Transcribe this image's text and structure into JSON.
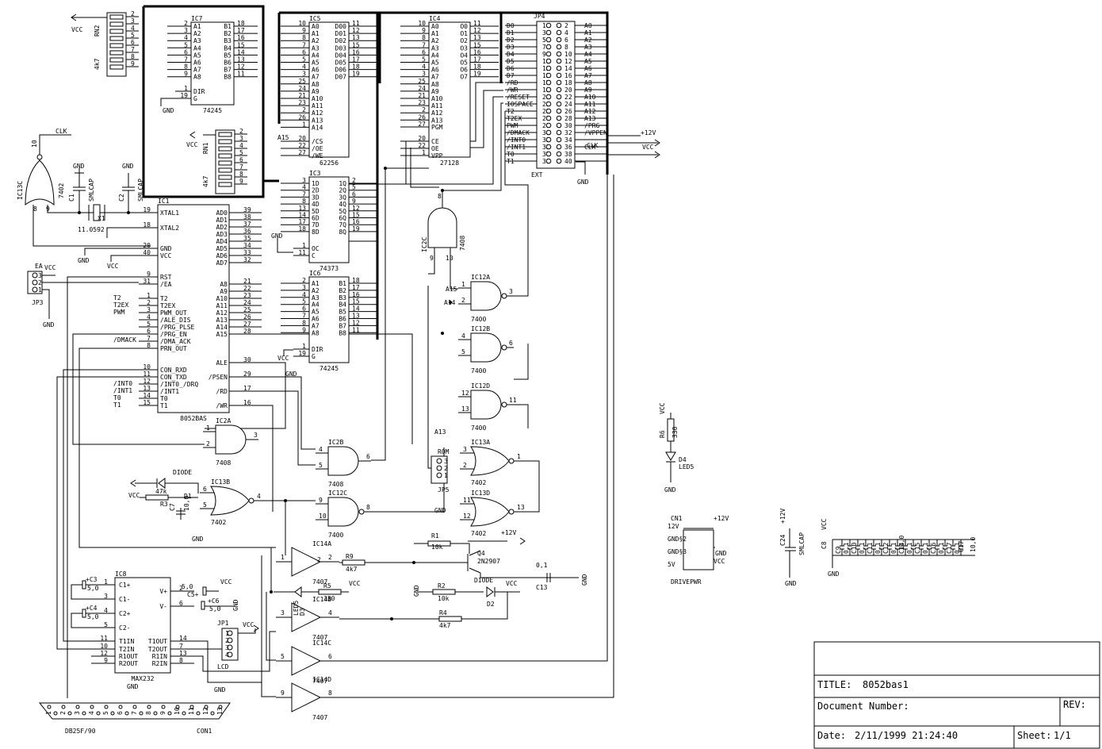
{
  "title_block": {
    "title_label": "TITLE:",
    "title_value": "8052bas1",
    "docnum_label": "Document Number:",
    "rev_label": "REV:",
    "date_label": "Date:",
    "date_value": "2/11/1999 21:24:40",
    "sheet_label": "Sheet:",
    "sheet_value": "1/1"
  },
  "chips": {
    "ic7": {
      "ref": "IC7",
      "part": "74245",
      "a": [
        "A1",
        "A2",
        "A3",
        "A4",
        "A5",
        "A6",
        "A7",
        "A8"
      ],
      "b": [
        "B1",
        "B2",
        "B3",
        "B4",
        "B5",
        "B6",
        "B7",
        "B8"
      ],
      "apins": [
        "2",
        "3",
        "4",
        "5",
        "6",
        "7",
        "8",
        "9"
      ],
      "bpins": [
        "18",
        "17",
        "16",
        "15",
        "14",
        "13",
        "12",
        "11"
      ],
      "dir": "DIR",
      "g": "G",
      "dirpin": "1",
      "gpin": "19"
    },
    "ic5": {
      "ref": "IC5",
      "part": "62256",
      "a": [
        "A0",
        "A1",
        "A2",
        "A3",
        "A4",
        "A5",
        "A6",
        "A7",
        "A8",
        "A9",
        "A10",
        "A11",
        "A12",
        "A13",
        "A14"
      ],
      "apins": [
        "10",
        "9",
        "8",
        "7",
        "6",
        "5",
        "4",
        "3",
        "25",
        "24",
        "21",
        "23",
        "2",
        "26",
        "1"
      ],
      "d": [
        "D00",
        "D01",
        "D02",
        "D03",
        "D04",
        "D05",
        "D06",
        "D07"
      ],
      "dpins": [
        "11",
        "12",
        "13",
        "15",
        "16",
        "17",
        "18",
        "19"
      ],
      "ctl": [
        "/CS",
        "/OE",
        "/WE"
      ],
      "ctlpins": [
        "20",
        "22",
        "27"
      ]
    },
    "ic4": {
      "ref": "IC4",
      "part": "27128",
      "a": [
        "A0",
        "A1",
        "A2",
        "A3",
        "A4",
        "A5",
        "A6",
        "A7",
        "A8",
        "A9",
        "A10",
        "A11",
        "A12",
        "A13"
      ],
      "apins": [
        "10",
        "9",
        "8",
        "7",
        "6",
        "5",
        "4",
        "3",
        "25",
        "24",
        "21",
        "23",
        "2",
        "26"
      ],
      "o": [
        "O0",
        "O1",
        "O2",
        "O3",
        "O4",
        "O5",
        "O6",
        "O7"
      ],
      "opins": [
        "11",
        "12",
        "13",
        "15",
        "16",
        "17",
        "18",
        "19"
      ],
      "pgm": "PGM",
      "pgmpin": "27",
      "ctl": [
        "CE",
        "OE",
        "VPP"
      ],
      "ctlpins": [
        "20",
        "22",
        "1"
      ]
    },
    "ic3": {
      "ref": "IC3",
      "part": "74373",
      "d": [
        "1D",
        "2D",
        "3D",
        "4D",
        "5D",
        "6D",
        "7D",
        "8D"
      ],
      "dpins": [
        "3",
        "4",
        "7",
        "8",
        "13",
        "14",
        "17",
        "18"
      ],
      "q": [
        "1Q",
        "2Q",
        "3Q",
        "4Q",
        "5Q",
        "6Q",
        "7Q",
        "8Q"
      ],
      "qpins": [
        "2",
        "5",
        "6",
        "9",
        "12",
        "15",
        "16",
        "19"
      ],
      "oc": "OC",
      "c": "C",
      "ocpin": "1",
      "cpin": "11"
    },
    "ic6": {
      "ref": "IC6",
      "part": "74245",
      "a": [
        "A1",
        "A2",
        "A3",
        "A4",
        "A5",
        "A6",
        "A7",
        "A8"
      ],
      "b": [
        "B1",
        "B2",
        "B3",
        "B4",
        "B5",
        "B6",
        "B7",
        "B8"
      ],
      "apins": [
        "2",
        "3",
        "4",
        "5",
        "6",
        "7",
        "8",
        "9"
      ],
      "bpins": [
        "18",
        "17",
        "16",
        "15",
        "14",
        "13",
        "12",
        "11"
      ],
      "dir": "DIR",
      "g": "G",
      "dirpin": "1",
      "gpin": "19"
    },
    "ic1": {
      "ref": "IC1",
      "part": "8052BAS",
      "left": [
        "XTAL1",
        "XTAL2",
        "GND",
        "VCC",
        "RST",
        "/EA",
        "T2",
        "T2EX",
        "PWM_OUT",
        "/ALE_DIS",
        "/PRG_PLSE",
        "/PRG_EN",
        "/DMA_ACK",
        "PRN_OUT",
        "CON_RXD",
        "CON_TXD",
        "/INT0_/DRQ",
        "/INT1",
        "T0",
        "T1"
      ],
      "leftpins": [
        "19",
        "18",
        "20",
        "40",
        "9",
        "31",
        "1",
        "2",
        "3",
        "4",
        "5",
        "6",
        "7",
        "8",
        "10",
        "11",
        "12",
        "13",
        "14",
        "15"
      ],
      "right": [
        "AD0",
        "AD1",
        "AD2",
        "AD3",
        "AD4",
        "AD5",
        "AD6",
        "AD7",
        "A8",
        "A9",
        "A10",
        "A11",
        "A12",
        "A13",
        "A14",
        "A15",
        "ALE",
        "/PSEN",
        "/RD",
        "/WR"
      ],
      "rightpins": [
        "39",
        "38",
        "37",
        "36",
        "35",
        "34",
        "33",
        "32",
        "21",
        "22",
        "23",
        "24",
        "25",
        "26",
        "27",
        "28",
        "30",
        "29",
        "17",
        "16"
      ]
    },
    "ic8": {
      "ref": "IC8",
      "part": "MAX232",
      "left": [
        "C1+",
        "C1-",
        "C2+",
        "C2-",
        "T1IN",
        "T2IN",
        "R1OUT",
        "R2OUT"
      ],
      "leftpins": [
        "1",
        "3",
        "4",
        "5",
        "11",
        "10",
        "12",
        "9"
      ],
      "right": [
        "V+",
        "V-",
        "T1OUT",
        "T2OUT",
        "R1IN",
        "R2IN"
      ],
      "rightpins": [
        "2",
        "6",
        "14",
        "7",
        "13",
        "8"
      ]
    },
    "jp4": {
      "ref": "JP4",
      "part": "EXT",
      "leftsig": [
        "D0",
        "D1",
        "D2",
        "D3",
        "D4",
        "D5",
        "D6",
        "D7",
        "/RD",
        "/WR",
        "/RESET",
        "IOSPACE",
        "T2",
        "T2EX",
        "PWM",
        "/DMACK",
        "/INT0",
        "/INT1",
        "T0",
        "T1"
      ],
      "leftpins": [
        "1",
        "3",
        "5",
        "7",
        "9",
        "11",
        "13",
        "15",
        "17",
        "19",
        "21",
        "23",
        "25",
        "27",
        "29",
        "31",
        "33",
        "35",
        "37",
        "39"
      ],
      "rightpins": [
        "2",
        "4",
        "6",
        "8",
        "10",
        "12",
        "14",
        "16",
        "18",
        "20",
        "22",
        "24",
        "26",
        "28",
        "30",
        "32",
        "34",
        "36",
        "38",
        "40"
      ],
      "rightsig": [
        "A0",
        "A1",
        "A2",
        "A3",
        "A4",
        "A5",
        "A6",
        "A7",
        "A8",
        "A9",
        "A10",
        "A11",
        "A12",
        "A13",
        "/PRG",
        "/VPPEN",
        "",
        "CLK",
        "",
        ""
      ]
    },
    "rn2": {
      "ref": "RN2",
      "value": "4k7",
      "pins": [
        "1",
        "2",
        "3",
        "4",
        "5",
        "6",
        "7",
        "8",
        "9"
      ]
    },
    "rn1": {
      "ref": "RN1",
      "value": "4k7",
      "pins": [
        "1",
        "2",
        "3",
        "4",
        "5",
        "6",
        "7",
        "8",
        "9"
      ]
    }
  },
  "gates": {
    "ic13c": {
      "ref": "IC13C",
      "part": "7402",
      "pins": [
        "10",
        "8",
        "9"
      ]
    },
    "ic2c": {
      "ref": "IC2C",
      "part": "7408",
      "pins": [
        "8",
        "9",
        "10"
      ]
    },
    "ic12a": {
      "ref": "IC12A",
      "part": "7400",
      "pins": [
        "1",
        "2",
        "3"
      ]
    },
    "ic12b": {
      "ref": "IC12B",
      "part": "7400",
      "pins": [
        "4",
        "5",
        "6"
      ]
    },
    "ic12d": {
      "ref": "IC12D",
      "part": "7400",
      "pins": [
        "12",
        "13",
        "11"
      ]
    },
    "ic13a": {
      "ref": "IC13A",
      "part": "7402",
      "pins": [
        "3",
        "2",
        "1"
      ]
    },
    "ic13d": {
      "ref": "IC13D",
      "part": "7402",
      "pins": [
        "11",
        "12",
        "13"
      ]
    },
    "ic2a": {
      "ref": "IC2A",
      "part": "7408",
      "pins": [
        "1",
        "2",
        "3"
      ]
    },
    "ic2b": {
      "ref": "IC2B",
      "part": "7408",
      "pins": [
        "4",
        "5",
        "6"
      ]
    },
    "ic13b": {
      "ref": "IC13B",
      "part": "7402",
      "pins": [
        "6",
        "5",
        "4"
      ]
    },
    "ic12c": {
      "ref": "IC12C",
      "part": "7400",
      "pins": [
        "9",
        "10",
        "8"
      ]
    },
    "ic14a": {
      "ref": "IC14A",
      "part": "7407",
      "pins": [
        "1",
        "2"
      ]
    },
    "ic14b": {
      "ref": "IC14B",
      "part": "7407",
      "pins": [
        "3",
        "4"
      ]
    },
    "ic14c": {
      "ref": "IC14C",
      "part": "7407",
      "pins": [
        "5",
        "6"
      ]
    },
    "ic14d": {
      "ref": "IC14D",
      "part": "7407",
      "pins": [
        "9",
        "8"
      ]
    }
  },
  "parts": {
    "c1": {
      "ref": "C1",
      "value": "SMLCAP"
    },
    "c2": {
      "ref": "C2",
      "value": "SMLCAP"
    },
    "x1": {
      "ref": "X1",
      "value": "11.0592"
    },
    "jp3": {
      "ref": "JP3",
      "pins": [
        "3",
        "2",
        "1"
      ]
    },
    "ea": "EA",
    "r3": {
      "ref": "R3",
      "value": "47k"
    },
    "c7": {
      "ref": "C7",
      "value": "10,0"
    },
    "d1": {
      "ref": "D1",
      "value": "DIODE"
    },
    "r9": {
      "ref": "R9",
      "value": "4k7"
    },
    "r5": {
      "ref": "R5",
      "value": "330"
    },
    "d3": {
      "ref": "D3",
      "value": "LED5"
    },
    "r1": {
      "ref": "R1",
      "value": "10k"
    },
    "q4": {
      "ref": "Q4",
      "value": "2N2907"
    },
    "r2": {
      "ref": "R2",
      "value": "10k"
    },
    "d2": {
      "ref": "D2",
      "value": "DIODE"
    },
    "r4": {
      "ref": "R4",
      "value": "4k7"
    },
    "c13": {
      "ref": "C13",
      "value": "0,1"
    },
    "jp5": {
      "ref": "JP5",
      "label": "ROM",
      "pins": [
        "3",
        "2",
        "1"
      ]
    },
    "a13": "A13",
    "a14": "A14",
    "a15": "A15",
    "c3": {
      "ref": "C3",
      "value": "5,0"
    },
    "c4": {
      "ref": "C4",
      "value": "5,0"
    },
    "c5": {
      "ref": "C5",
      "value": "5,0"
    },
    "c6": {
      "ref": "C6",
      "value": "5,0"
    },
    "jp1": {
      "ref": "JP1",
      "label": "LCD",
      "pins": [
        "1",
        "2",
        "3",
        "4"
      ]
    },
    "con1": {
      "ref": "CON1",
      "part": "DB25F/90",
      "top": [
        "1",
        "2",
        "3",
        "4",
        "5",
        "6",
        "7",
        "8",
        "9",
        "10",
        "11",
        "12",
        "13"
      ],
      "bot": [
        "14",
        "15",
        "16",
        "17",
        "18",
        "19",
        "20",
        "21",
        "22",
        "23",
        "24",
        "25"
      ]
    },
    "r6": {
      "ref": "R6",
      "value": "330"
    },
    "d4": {
      "ref": "D4",
      "value": "LED5"
    },
    "cn1": {
      "ref": "CN1",
      "label": "DRIVEPWR",
      "pins": [
        "12V",
        "GND§2",
        "GND§3",
        "5V"
      ]
    },
    "c24": {
      "ref": "C24",
      "value": "SMLCAP"
    },
    "caps": [
      "C9",
      "C10",
      "C11",
      "C12",
      "C14",
      "C15",
      "C16",
      "C17"
    ],
    "caps_vals": [
      "0,1",
      "0,1",
      "0,1",
      "0,1",
      "0,1",
      "0,1",
      "0,1",
      "0,1"
    ],
    "c8": "C8",
    "c18": {
      "ref": "C18",
      "value": "10,0"
    },
    "c19": {
      "ref": "C17",
      "value": "10,0"
    }
  },
  "nets": {
    "vcc": "VCC",
    "gnd": "GND",
    "p12v": "+12V",
    "clk": "CLK",
    "t2": "T2",
    "t2ex": "T2EX",
    "pwm": "PWM",
    "dmack": "/DMACK",
    "int0": "/INT0",
    "int1": "/INT1",
    "t0": "T0",
    "t1": "T1",
    "a15": "A15"
  }
}
